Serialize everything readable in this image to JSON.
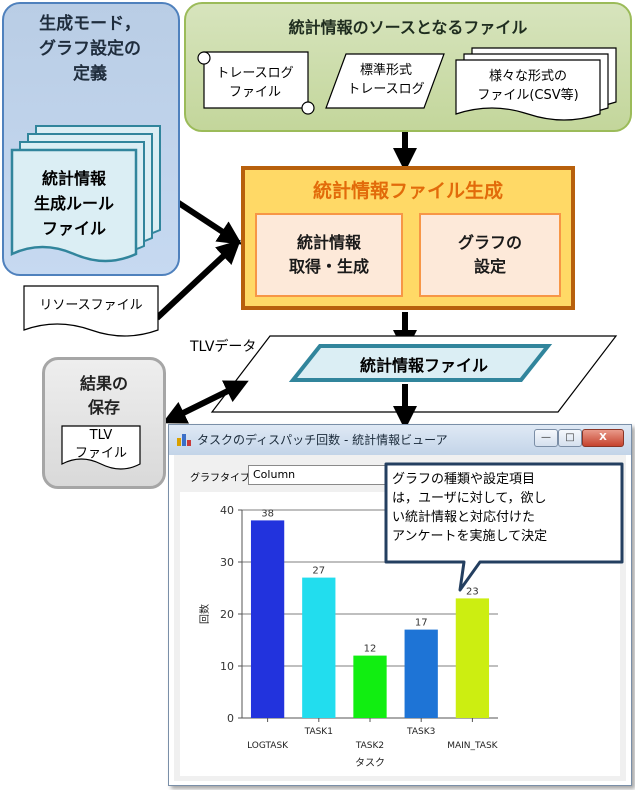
{
  "mode_panel": {
    "title_line1": "生成モード，",
    "title_line2": "グラフ設定の",
    "title_line3": "定義"
  },
  "rule_file": {
    "line1": "統計情報",
    "line2": "生成ルール",
    "line3": "ファイル"
  },
  "resource_file": {
    "label": "リソースファイル"
  },
  "source_panel": {
    "title": "統計情報のソースとなるファイル",
    "trace_log": {
      "line1": "トレースログ",
      "line2": "ファイル"
    },
    "standard_trace": {
      "line1": "標準形式",
      "line2": "トレースログ"
    },
    "various": {
      "line1": "様々な形式の",
      "line2": "ファイル(CSV等)"
    }
  },
  "generation": {
    "title": "統計情報ファイル生成",
    "acquire": {
      "line1": "統計情報",
      "line2": "取得・生成"
    },
    "graph": {
      "line1": "グラフの",
      "line2": "設定"
    }
  },
  "tlv_data": {
    "label": "TLVデータ",
    "stats_file": "統計情報ファイル"
  },
  "result_panel": {
    "line1": "結果の",
    "line2": "保存",
    "tlv": "TLV",
    "file": "ファイル"
  },
  "viewer": {
    "title": "タスクのディスパッチ回数 - 統計情報ビューア",
    "graph_type_label": "グラフタイプ",
    "graph_type_value": "Column",
    "min_symbol": "—",
    "max_symbol": "□",
    "close_symbol": "X"
  },
  "callout": {
    "line1": "グラフの種類や設定項目",
    "line2": "は，ユーザに対して，欲し",
    "line3": "い統計情報と対応付けた",
    "line4": "アンケートを実施して決定"
  },
  "colors": {
    "blue_panel": "#c6d9f1",
    "green_panel": "#c3d69b",
    "gen_fill": "#ffd966",
    "gen_border": "#b8600c",
    "gen_title": "#e26b0a",
    "tlv_blue": "#dbeef4",
    "tlv_border": "#31859c"
  },
  "chart_data": {
    "type": "bar",
    "categories": [
      "LOGTASK",
      "TASK1",
      "TASK2",
      "TASK3",
      "MAIN_TASK"
    ],
    "values": [
      38,
      27,
      12,
      17,
      23
    ],
    "colors": [
      "#2233dd",
      "#22ddee",
      "#11ee11",
      "#1e74d6",
      "#ccee11"
    ],
    "xlabel": "タスク",
    "ylabel": "回数",
    "ylim": [
      0,
      40
    ],
    "yticks": [
      "0",
      "10",
      "20",
      "30",
      "40"
    ],
    "grid": true
  }
}
